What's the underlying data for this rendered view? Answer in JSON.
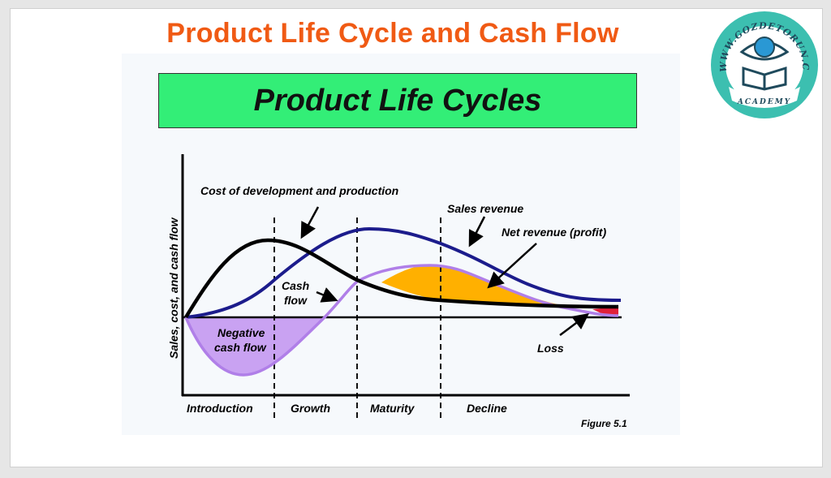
{
  "title": "Product Life Cycle and Cash Flow",
  "banner": "Product Life Cycles",
  "logo": {
    "ring_text": "WWW.GOZDETORUN.COM",
    "ribbon_text": "ACADEMY"
  },
  "chart_data": {
    "type": "line",
    "ylabel": "Sales, cost, and cash flow",
    "stages": [
      "Introduction",
      "Growth",
      "Maturity",
      "Decline"
    ],
    "annotations": {
      "cost": "Cost of development and production",
      "sales": "Sales revenue",
      "net": "Net revenue (profit)",
      "cash1": "Cash",
      "cash2": "flow",
      "neg1": "Negative",
      "neg2": "cash flow",
      "loss": "Loss"
    },
    "figure": "Figure 5.1",
    "colors": {
      "cost": "#000000",
      "sales": "#1c1c8c",
      "cash": "#b07fe8",
      "profit": "#ffb000",
      "negative": "#c9a2f2",
      "loss": "#e0203a"
    }
  }
}
